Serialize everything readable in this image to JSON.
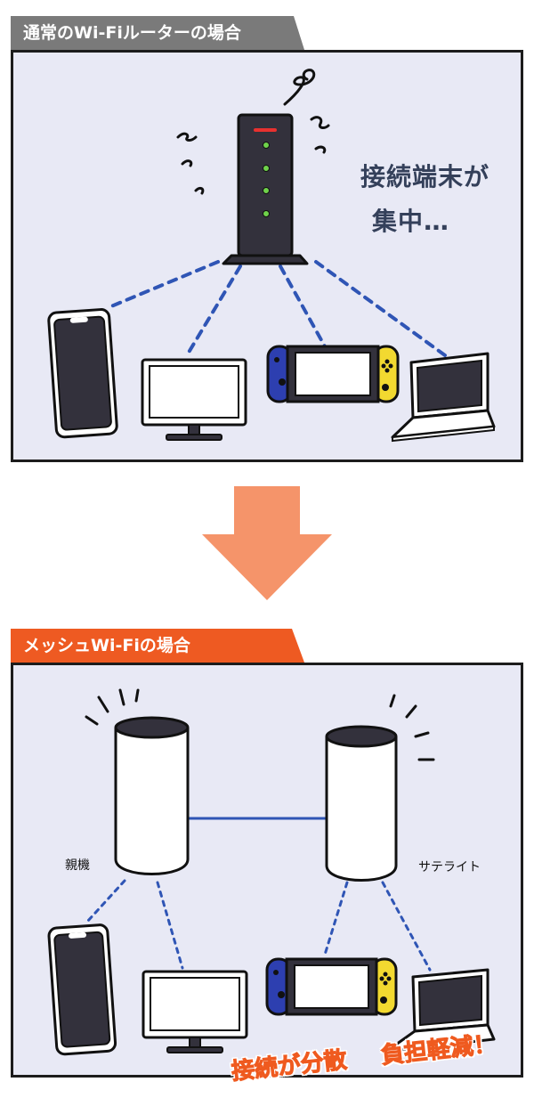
{
  "section1": {
    "tab_label": "通常のWi-Fiルーターの場合",
    "callout_line1": "接続端末が",
    "callout_line2": "集中…"
  },
  "section2": {
    "tab_label": "メッシュWi-Fiの場合",
    "parent_label": "親機",
    "satellite_label": "サテライト",
    "result_part1": "接続が分散",
    "result_part2": "負担軽減！"
  },
  "colors": {
    "panel_bg": "#e8e9f5",
    "tab_gray": "#7a7a7a",
    "tab_orange": "#ee5a22",
    "arrow": "#f5946a",
    "dash_line": "#2f55b5",
    "router_body": "#33313c",
    "switch_left": "#2d3fb0",
    "switch_right": "#f2d930"
  }
}
